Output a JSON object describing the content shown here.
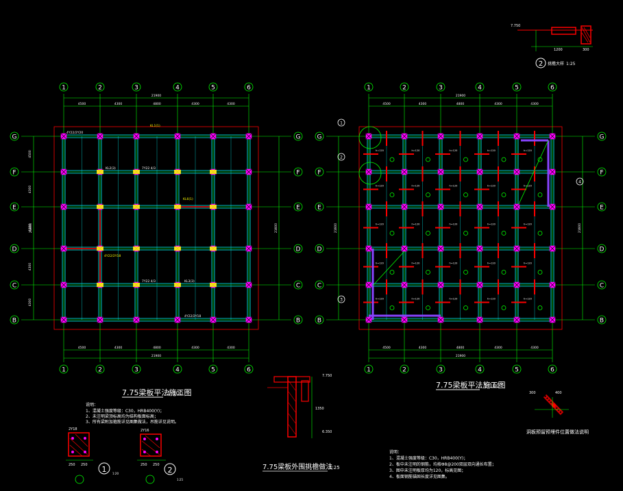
{
  "colors": {
    "background": "#000000",
    "grid": "#00ff00",
    "beam": "#00ffff",
    "column": "#ff00ff",
    "text": "#ffffff",
    "annotation": "#ffff00",
    "rebar": "#ff0000",
    "outline": "#ff0000"
  },
  "left_plan": {
    "col_labels": [
      "1",
      "2",
      "3",
      "4",
      "5",
      "6"
    ],
    "row_labels": [
      "G",
      "F",
      "E",
      "D",
      "C",
      "B"
    ],
    "bay_dims": [
      "4500",
      "4300",
      "4800",
      "4300",
      "4300"
    ],
    "total_dim": "21900",
    "side_total": "21600",
    "side_dims": [
      "4500",
      "4300",
      "4300",
      "4300",
      "4300"
    ],
    "title": "7.75梁板平法施工图",
    "scale": "1:100",
    "notes_heading": "说明：",
    "notes": [
      "1、混凝土强度等级：C30，HRB400(Y)；",
      "2、未注明梁顶标高均为结构板面标高；",
      "3、所有梁附加箍筋详见图集做法，吊筋详见说明。"
    ],
    "beam_labels": [
      "4Y22/2Y20",
      "KL1(1)",
      "KL2(3)",
      "7Y22 4/3",
      "KL6(1)",
      "4Y22/2Y18",
      "KL3(3)",
      "7Y22 4/3",
      "4Y22/2Y18"
    ]
  },
  "right_plan": {
    "col_labels": [
      "1",
      "2",
      "3",
      "4",
      "5",
      "6"
    ],
    "row_labels": [
      "G",
      "F",
      "E",
      "D",
      "C",
      "B"
    ],
    "bay_dims": [
      "4500",
      "4300",
      "4800",
      "4300",
      "4300"
    ],
    "total_dim": "21900",
    "side_total": "21600",
    "title": "7.75梁板平法施工图",
    "scale": "1:100",
    "notes_heading": "说明：",
    "notes": [
      "1、混凝土强度等级：C30，HRB400(Y)；",
      "2、板中未注明的钢筋，均按Φ8@200双层双向通长布置；",
      "3、图中未注明板厚均为120，标高见图；",
      "4、板面钢筋锚固长度详见图集。"
    ],
    "slab_label": "h=120",
    "callout_ids": [
      "1",
      "2",
      "3",
      "4"
    ]
  },
  "detail_top_right": {
    "title": "挑檐大样",
    "number": "2",
    "scale": "1:25",
    "elev": "7.750",
    "dims": [
      "1200",
      "300"
    ]
  },
  "detail_middle": {
    "title": "7.75梁板外围挑檐做法",
    "scale": "1:25",
    "elev_top": "7.750",
    "elev_bot": "6.350",
    "dim": "1350"
  },
  "detail_bottom_right": {
    "title": "洞板预留预埋件位置做法说明",
    "dims": [
      "300",
      "400"
    ]
  },
  "sections": [
    {
      "number": "1",
      "scale": "1:20",
      "label": "2Y18",
      "dims": [
        "250",
        "250"
      ]
    },
    {
      "number": "2",
      "scale": "1:25",
      "label": "2Y16",
      "dims": [
        "250",
        "250"
      ]
    }
  ]
}
